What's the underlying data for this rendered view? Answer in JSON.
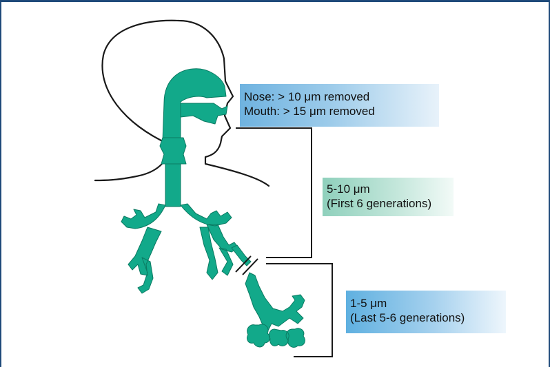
{
  "colors": {
    "airway": "#12a98a",
    "outline": "#1a1a1a",
    "frame": "#1f4a7a",
    "box_upper": "#6fb3e0",
    "box_middle": "#8fd0bc",
    "box_lower": "#5fb0e0"
  },
  "labels": {
    "upper": {
      "line1": "Nose: > 10 μm removed",
      "line2": "Mouth: > 15 μm removed"
    },
    "middle": {
      "line1": "5-10 μm",
      "line2": "(First 6 generations)"
    },
    "lower": {
      "line1": "1-5 μm",
      "line2": "(Last 5-6 generations)"
    }
  }
}
